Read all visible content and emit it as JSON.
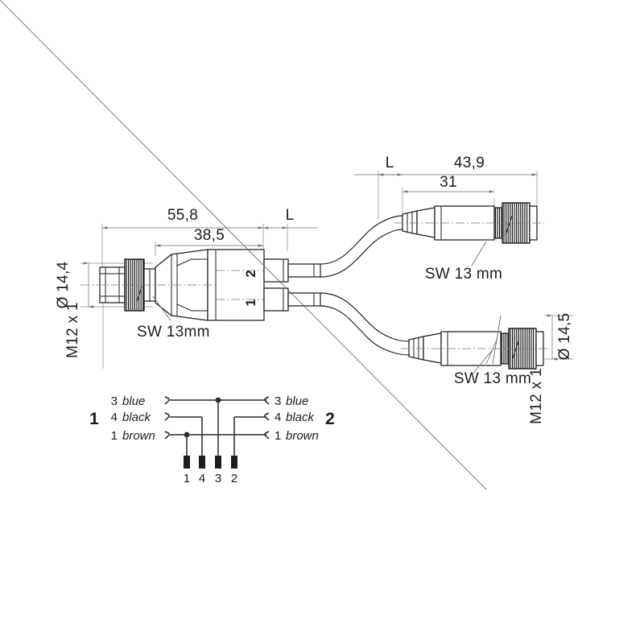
{
  "meta": {
    "title": "M12 Y-splitter cable dimensional drawing",
    "background_color": "#ffffff",
    "line_color": "#1d1d1d",
    "dim_color": "#6e6e6e"
  },
  "dimensions": {
    "left_overall": "55,8",
    "left_body": "38,5",
    "left_tail_label": "L",
    "left_diameter": "Ø 14,4",
    "left_thread": "M12 x 1",
    "right_overall": "43,9",
    "right_body": "31",
    "right_tail_label": "L",
    "right_diameter": "Ø 14,5",
    "right_thread": "M12 x 1"
  },
  "callouts": {
    "left_sw": "SW 13mm",
    "top_right_sw": "SW 13 mm",
    "bottom_right_sw": "SW 13 mm"
  },
  "branch_labels": {
    "upper": "2",
    "lower": "1"
  },
  "wiring": {
    "left_group_label": "1",
    "right_group_label": "2",
    "left_pins": [
      {
        "number": "3",
        "color": "blue"
      },
      {
        "number": "4",
        "color": "black"
      },
      {
        "number": "1",
        "color": "brown"
      }
    ],
    "right_pins": [
      {
        "number": "3",
        "color": "blue"
      },
      {
        "number": "4",
        "color": "black"
      },
      {
        "number": "1",
        "color": "brown"
      }
    ],
    "terminal_numbers": [
      "1",
      "4",
      "3",
      "2"
    ]
  },
  "icons": {
    "male_connector": "male-connector-icon",
    "female_connector": "female-connector-icon",
    "knurled_nut": "knurled-nut-icon",
    "splitter_body": "splitter-body-icon",
    "cable": "cable-icon"
  }
}
